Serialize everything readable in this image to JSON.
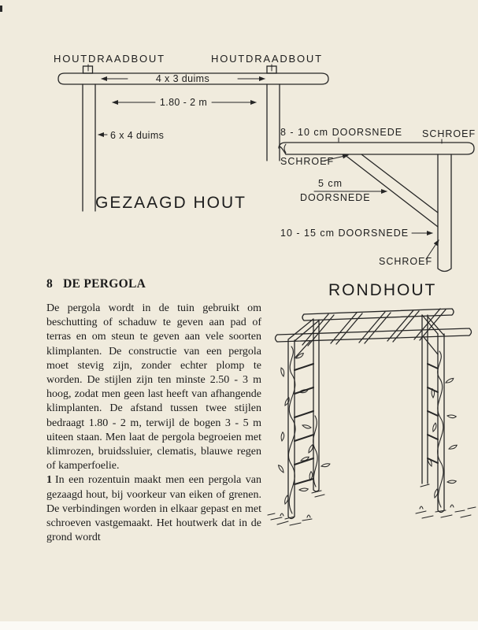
{
  "colors": {
    "paper": "#f0ebdd",
    "ink": "#262626",
    "text": "#1b1b1b"
  },
  "sawn_diagram": {
    "bolt_label_left": "HOUTDRAADBOUT",
    "bolt_label_right": "HOUTDRAADBOUT",
    "beam_size": "4 x 3 duims",
    "span": "1.80 - 2 m",
    "post_size": "6 x 4 duims",
    "caption": "GEZAAGD HOUT"
  },
  "round_diagram": {
    "beam_size": "8 - 10 cm DOORSNEDE",
    "screw_top": "SCHROEF",
    "screw_left": "SCHROEF",
    "brace_size_line1": "5 cm",
    "brace_size_line2": "DOORSNEDE",
    "post_size": "10 - 15 cm DOORSNEDE",
    "screw_bottom": "SCHROEF",
    "caption": "RONDHOUT"
  },
  "article": {
    "section_number": "8",
    "section_title": "DE PERGOLA",
    "paragraph1": "De pergola wordt in de tuin gebruikt om beschutting of schaduw te geven aan pad of terras en om steun te geven aan vele soorten klimplanten. De constructie van een pergola moet stevig zijn, zonder echter plomp te worden. De stijlen zijn ten minste 2.50 - 3 m hoog, zodat men geen last heeft van afhangende klimplanten. De afstand tussen twee stijlen bedraagt 1.80 - 2 m, terwijl de bogen 3 - 5 m uiteen staan. Men laat de pergola begroeien met klimrozen, bruidssluier, clematis, blauwe regen of kamperfoelie.",
    "item_number": "1",
    "paragraph2": "In een rozentuin maakt men een pergola van gezaagd hout, bij voorkeur van eiken of grenen. De verbindingen worden in elkaar gepast en met schroeven vastgemaakt. Het houtwerk dat in de grond wordt"
  }
}
